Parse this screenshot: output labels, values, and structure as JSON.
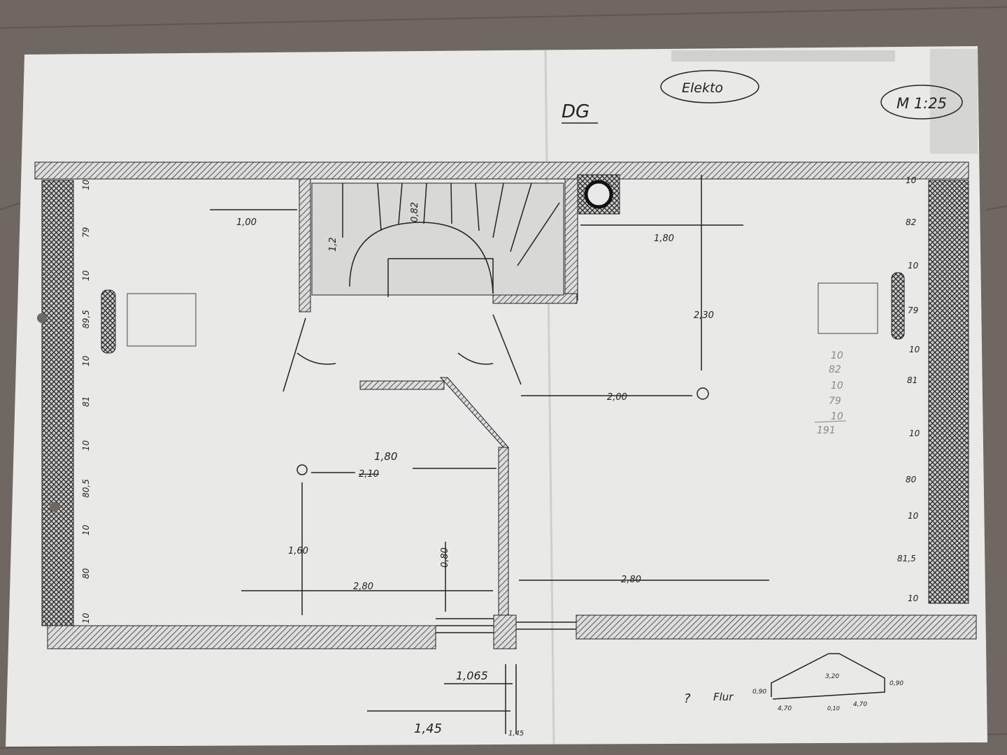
{
  "plan": {
    "floor_label": "DG",
    "category_label": "Elekto",
    "scale_label": "M 1:25",
    "stair_width": "0,82",
    "stair_number": "1,2",
    "dimensions": {
      "left_top": "1,00",
      "right_top": "1,80",
      "right_vertical": "2,30",
      "right_middle": "2,00",
      "center_new": "1,80",
      "center_old": "2,10",
      "left_vertical": "1,60",
      "center_vertical": "0,80",
      "bottom_left": "2,80",
      "bottom_right": "2,80"
    },
    "left_wall_dims": [
      "10",
      "79",
      "10",
      "89,5",
      "10",
      "81",
      "10",
      "80,5",
      "10",
      "80",
      "10"
    ],
    "right_wall_dims": [
      "10",
      "82",
      "10",
      "79",
      "10",
      "81",
      "10",
      "80",
      "10",
      "81,5",
      "10"
    ],
    "pencil_sum": [
      "10",
      "82",
      "10",
      "79",
      "10",
      "191"
    ],
    "bottom_dims": {
      "upper": "1,065",
      "lower": "1,45",
      "small": "1,45"
    },
    "flur_sketch": {
      "question": "?",
      "label": "Flur",
      "left_height": "0,90",
      "peak": "3,20",
      "right_height": "0,90",
      "left_len": "4,70",
      "middle": "0,10",
      "right_len": "4,70"
    }
  },
  "colors": {
    "background": "#6f6862",
    "paper": "#e9e9e7",
    "ink": "#222222"
  }
}
